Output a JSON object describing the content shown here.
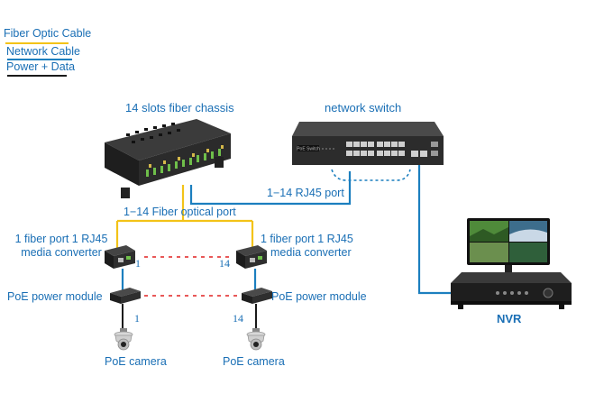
{
  "legend": {
    "fiber_label": "Fiber Optic Cable",
    "network_label": "Network Cable",
    "power_label": "Power + Data",
    "fiber_color": "#f3c318",
    "network_color": "#1c7fbf",
    "power_color": "#1a1a1a"
  },
  "devices": {
    "chassis_label": "14 slots fiber chassis",
    "switch_label": "network switch",
    "nvr_label": "NVR",
    "converter_left_label_1": "1 fiber port 1 RJ45",
    "converter_left_label_2": "media converter",
    "converter_right_label_1": "1 fiber port 1 RJ45",
    "converter_right_label_2": "media converter",
    "poe_left_label": "PoE power module",
    "poe_right_label": "PoE power module",
    "camera_left_label": "PoE camera",
    "camera_right_label": "PoE camera",
    "switch_badge": "PoE Switch"
  },
  "links": {
    "fiber_port_label": "1−14 Fiber optical port",
    "rj45_port_label": "1−14 RJ45 port",
    "left_index_converter": "1",
    "left_index_camera": "1",
    "right_index_converter": "14",
    "right_index_camera": "14"
  },
  "colors": {
    "label_blue": "#1a6fb5",
    "link_red": "#e02020",
    "device_dark": "#2a2a2a"
  }
}
